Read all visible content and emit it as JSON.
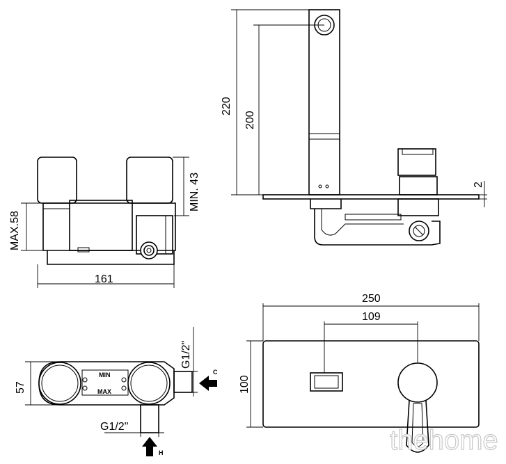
{
  "front_view": {
    "dim_max": "MAX.58",
    "dim_min": "MIN. 43",
    "dim_width": "161"
  },
  "side_view": {
    "dim_height_total": "220",
    "dim_height_spout": "200",
    "dim_plate": "2"
  },
  "top_view": {
    "dim_depth": "57",
    "thread_top": "G1/2\"",
    "thread_bottom": "G1/2\"",
    "label_min": "MIN",
    "label_max": "MAX",
    "arrow_c": "C",
    "arrow_h": "H"
  },
  "plate_view": {
    "dim_width": "250",
    "dim_spacing": "109",
    "dim_height": "100"
  },
  "watermark": "thehome"
}
